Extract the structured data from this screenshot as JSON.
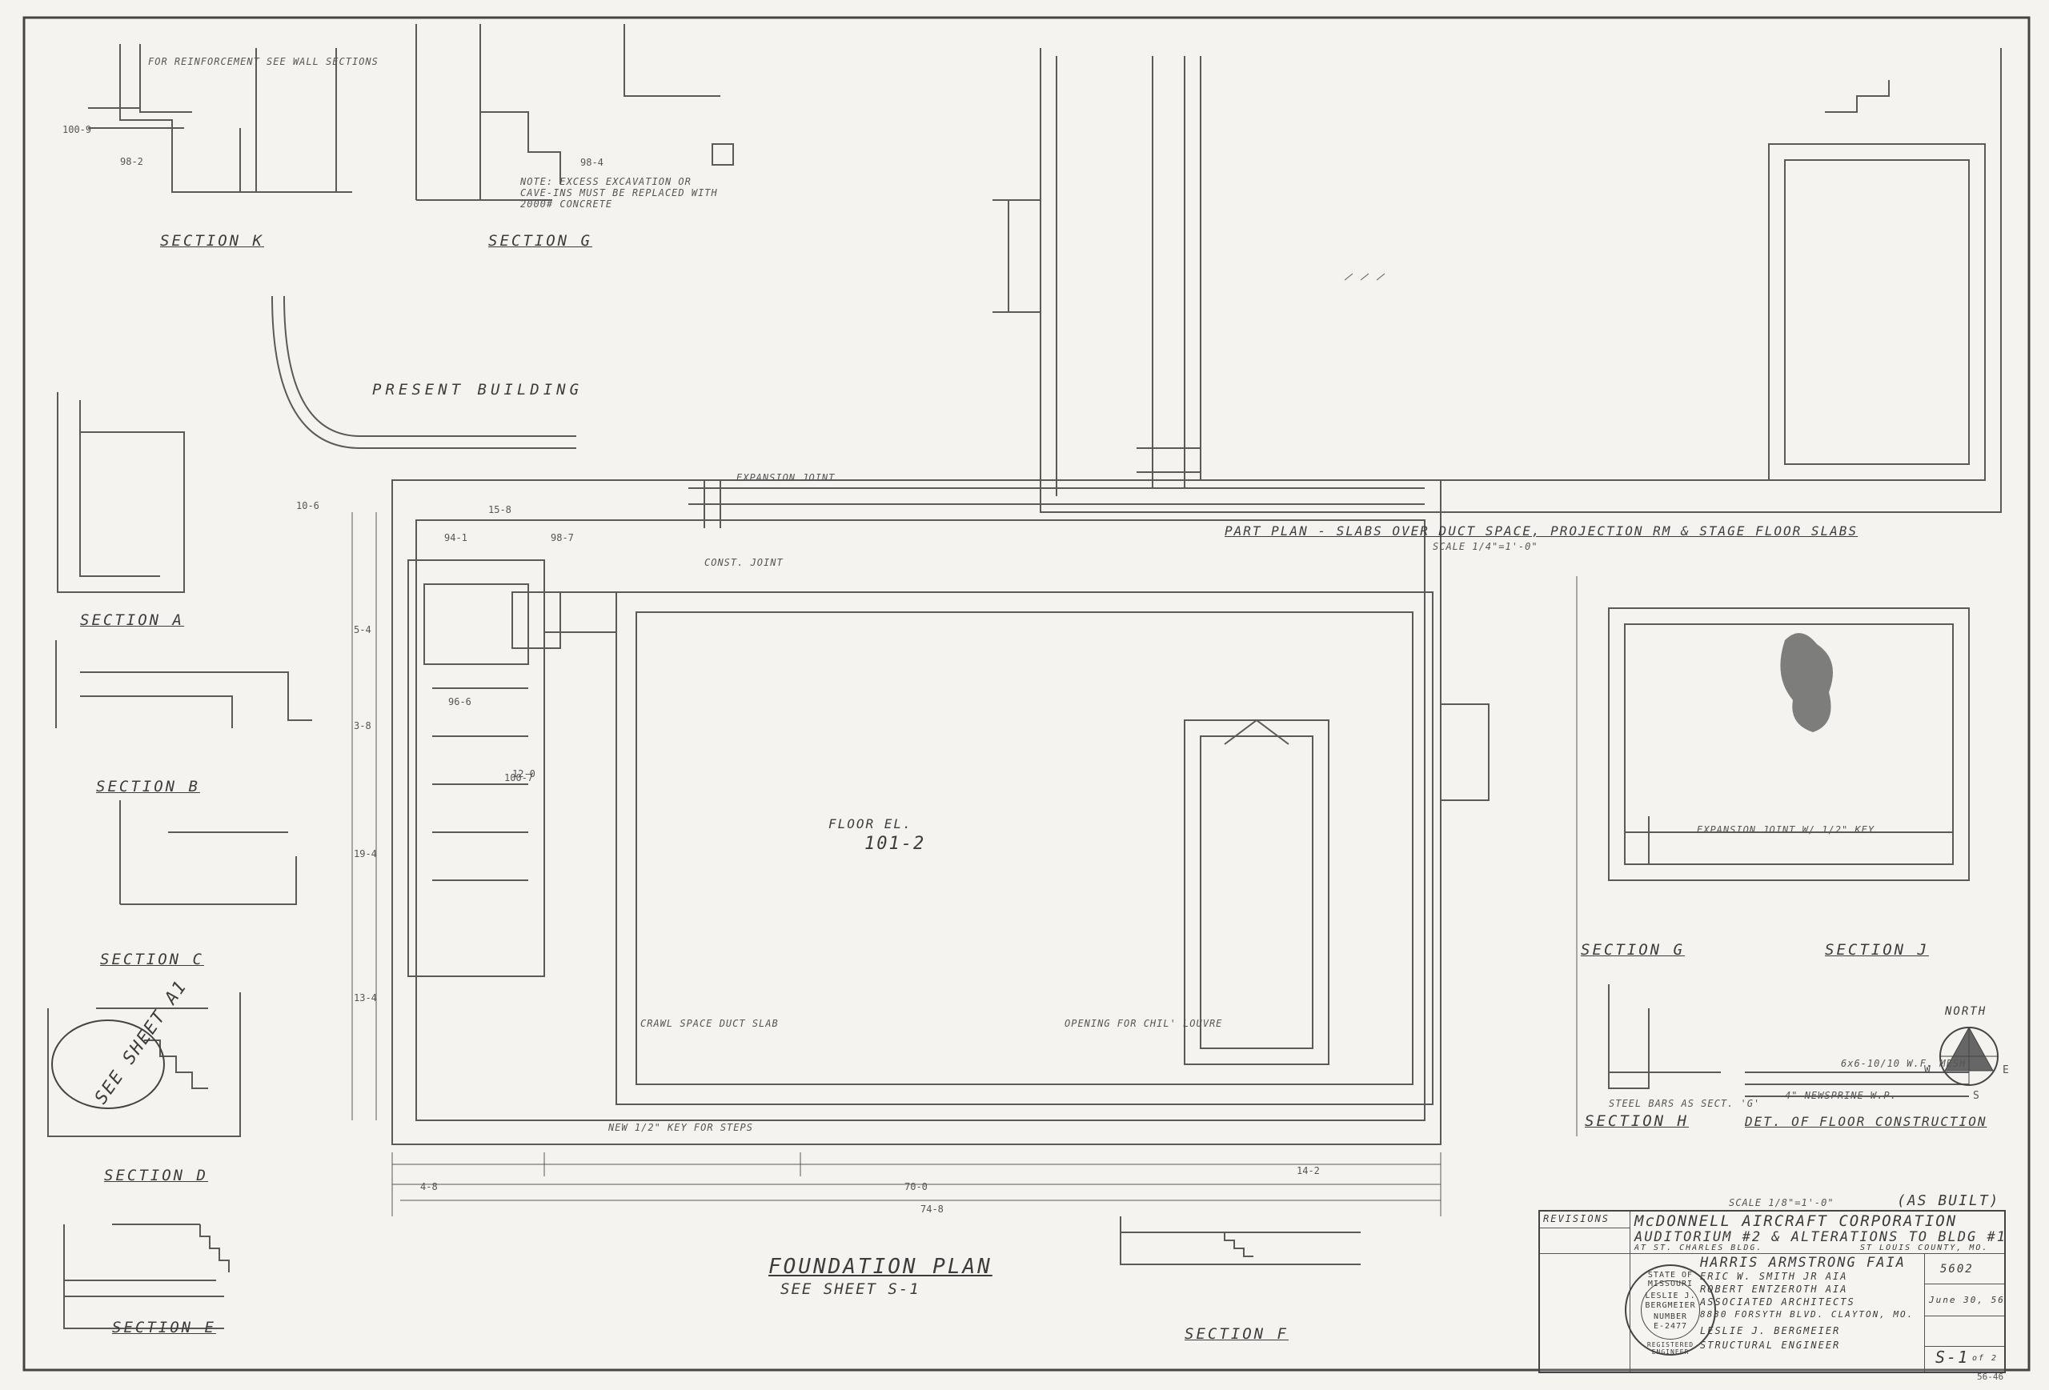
{
  "sections": {
    "k": "SECTION K",
    "g": "SECTION G",
    "a": "SECTION A",
    "b": "SECTION B",
    "c": "SECTION C",
    "d": "SECTION D",
    "e": "SECTION E",
    "f": "SECTION F",
    "section_g_right": "SECTION G",
    "j": "SECTION J",
    "h": "SECTION H"
  },
  "labels": {
    "present_building": "PRESENT BUILDING",
    "foundation_plan": "FOUNDATION PLAN",
    "see_sheet": "SEE SHEET S-1",
    "part_plan": "PART PLAN - SLABS OVER DUCT SPACE, PROJECTION RM & STAGE FLOOR SLABS",
    "part_plan_scale": "SCALE 1/4\"=1'-0\"",
    "det_floor": "DET. OF FLOOR CONSTRUCTION",
    "floor_el": "FLOOR EL.",
    "floor_el_val": "101-2",
    "see_sheet_a1": "SEE SHEET A1",
    "as_built": "(AS BUILT)",
    "scale": "SCALE 1/8\"=1'-0\"",
    "north": "NORTH",
    "n_w": "W",
    "n_e": "E",
    "n_s": "S",
    "notes": [
      "FOR REINFORCEMENT SEE WALL SECTIONS",
      "NOTE: EXCESS EXCAVATION OR CAVE-INS MUST BE REPLACED WITH 2000# CONCRETE",
      "EXPANSION JOINT",
      "CONST. JOINT",
      "NEW 1/2\" KEY FOR STEPS",
      "OPENING FOR CHIL' LOUVRE",
      "CRAWL SPACE DUCT SLAB",
      "STEEL BARS AS SECT. 'G'",
      "6x6-10/10 W.F. MESH",
      "EXPANSION JOINT W/ 1/2\" KEY",
      "4\" NEWSPRINE W.P."
    ],
    "dims": [
      "100-9",
      "98-2",
      "98-4",
      "70-0",
      "74-8",
      "14-2",
      "4-8",
      "10-6",
      "12-0",
      "96-6",
      "98-7",
      "100-7",
      "94-1",
      "5-4",
      "3-8",
      "15-8",
      "19-4",
      "13-4"
    ]
  },
  "title_block": {
    "revisions": "REVISIONS",
    "client": "McDONNELL AIRCRAFT CORPORATION",
    "project": "AUDITORIUM #2 & ALTERATIONS TO BLDG #1",
    "location": "AT ST. CHARLES BLDG.",
    "county": "ST LOUIS COUNTY, MO.",
    "architect": "HARRIS ARMSTRONG FAIA",
    "assoc1": "ERIC W. SMITH JR    AIA",
    "assoc2": "ROBERT ENTZEROTH    AIA",
    "assoc_title": "ASSOCIATED ARCHITECTS",
    "address": "8830 FORSYTH BLVD. CLAYTON, MO.",
    "engineer": "LESLIE J. BERGMEIER",
    "engineer_title": "STRUCTURAL ENGINEER",
    "job_no": "5602",
    "date": "June 30, 56",
    "sheet": "S-1",
    "sheet_of": "of 2",
    "stamp_line1": "STATE OF MISSOURI",
    "stamp_name1": "LESLIE J.",
    "stamp_name2": "BERGMEIER",
    "stamp_number": "NUMBER",
    "stamp_no": "E-2477",
    "stamp_line2": "REGISTERED ENGINEER",
    "corner_no": "56-46"
  }
}
